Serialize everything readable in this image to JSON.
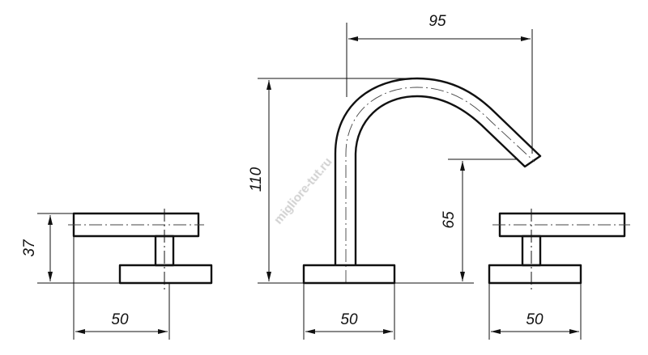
{
  "drawing": {
    "dimensions": {
      "spout_reach": "95",
      "total_height": "110",
      "spout_height": "65",
      "handle_height": "37",
      "left_handle_width": "50",
      "spout_base_width": "50",
      "right_handle_width": "50"
    },
    "watermark": "migliore-tut.ru"
  }
}
